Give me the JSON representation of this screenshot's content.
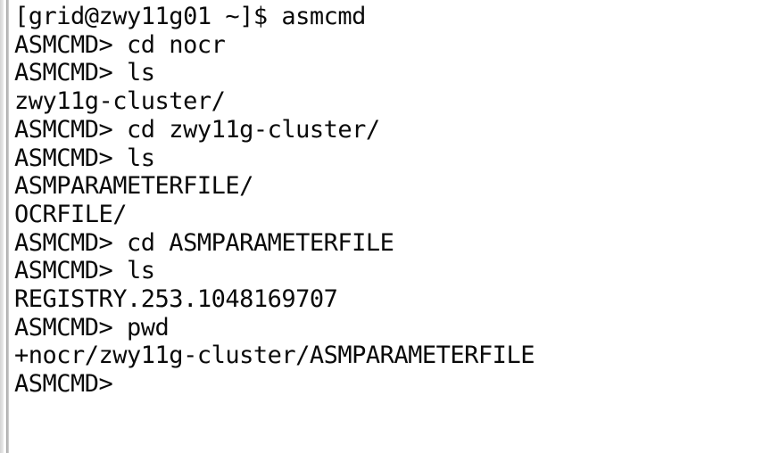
{
  "terminal": {
    "lines": [
      "[grid@zwy11g01 ~]$ asmcmd",
      "ASMCMD> cd nocr",
      "ASMCMD> ls",
      "zwy11g-cluster/",
      "ASMCMD> cd zwy11g-cluster/",
      "ASMCMD> ls",
      "ASMPARAMETERFILE/",
      "OCRFILE/",
      "ASMCMD> cd ASMPARAMETERFILE",
      "ASMCMD> ls",
      "REGISTRY.253.1048169707",
      "ASMCMD> pwd",
      "+nocr/zwy11g-cluster/ASMPARAMETERFILE",
      "ASMCMD>"
    ],
    "colors": {
      "text": "#0a0a0a",
      "background": "#ffffff",
      "scrollbar_track_dark": "#d4d4d4",
      "scrollbar_track_light": "#ececec",
      "window_edge_dark": "#9e9e9e",
      "window_edge_light": "#d8d8d8"
    }
  }
}
